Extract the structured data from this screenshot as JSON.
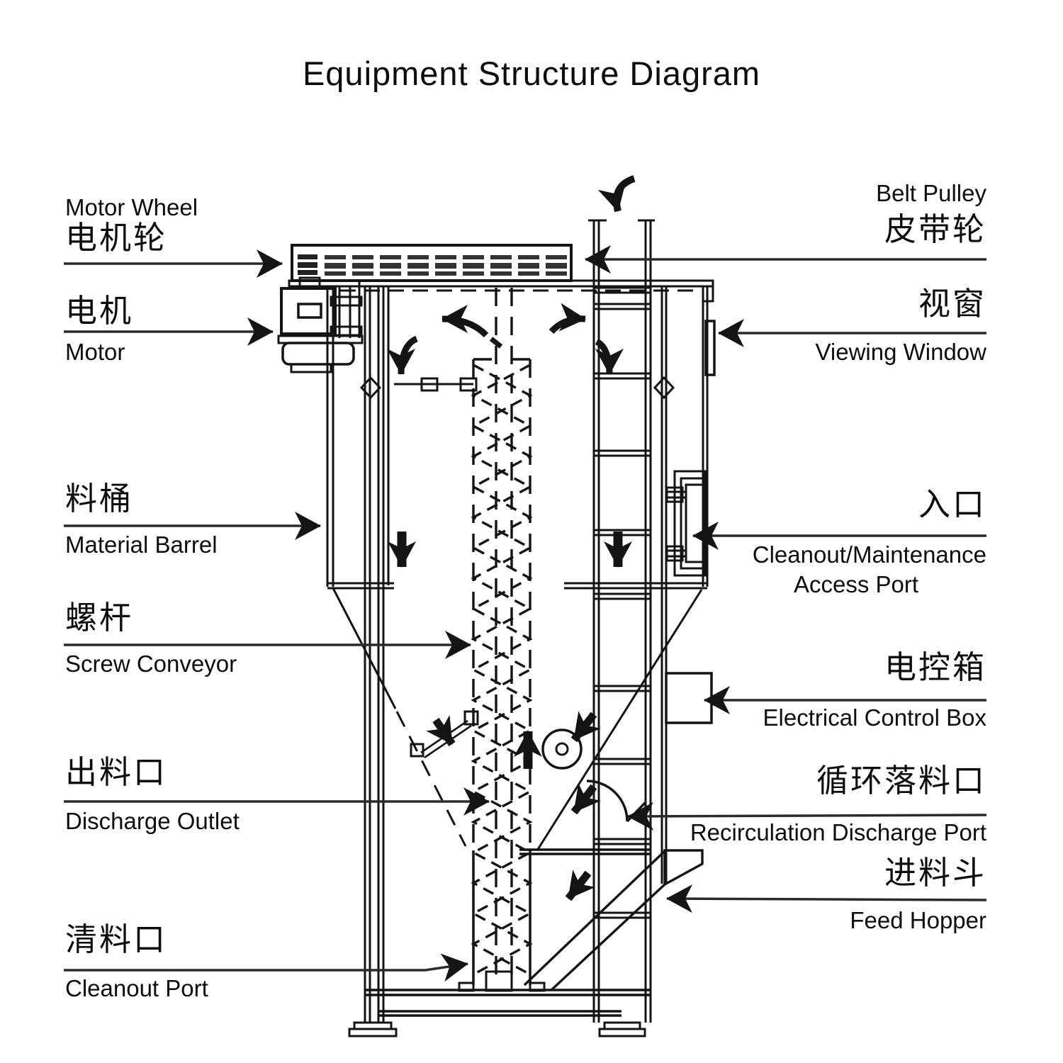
{
  "title": "Equipment Structure Diagram",
  "labels": {
    "left": [
      {
        "en": "Motor Wheel",
        "zh": "电机轮"
      },
      {
        "zh": "电机",
        "en": "Motor"
      },
      {
        "zh": "料桶",
        "en": "Material Barrel"
      },
      {
        "zh": "螺杆",
        "en": "Screw Conveyor"
      },
      {
        "zh": "出料口",
        "en": "Discharge Outlet"
      },
      {
        "zh": "清料口",
        "en": "Cleanout Port"
      }
    ],
    "right": [
      {
        "en": "Belt Pulley",
        "zh": "皮带轮"
      },
      {
        "zh": "视窗",
        "en": "Viewing Window"
      },
      {
        "zh": "入口",
        "en": "Cleanout/Maintenance",
        "en2": "Access Port"
      },
      {
        "zh": "电控箱",
        "en": "Electrical Control Box"
      },
      {
        "zh": "循环落料口",
        "en": "Recirculation Discharge Port"
      },
      {
        "zh": "进料斗",
        "en": "Feed Hopper"
      }
    ]
  },
  "colors": {
    "ink": "#141414",
    "leader": "#2b2b2b",
    "text": "#0d0d0d",
    "background": "#ffffff"
  }
}
